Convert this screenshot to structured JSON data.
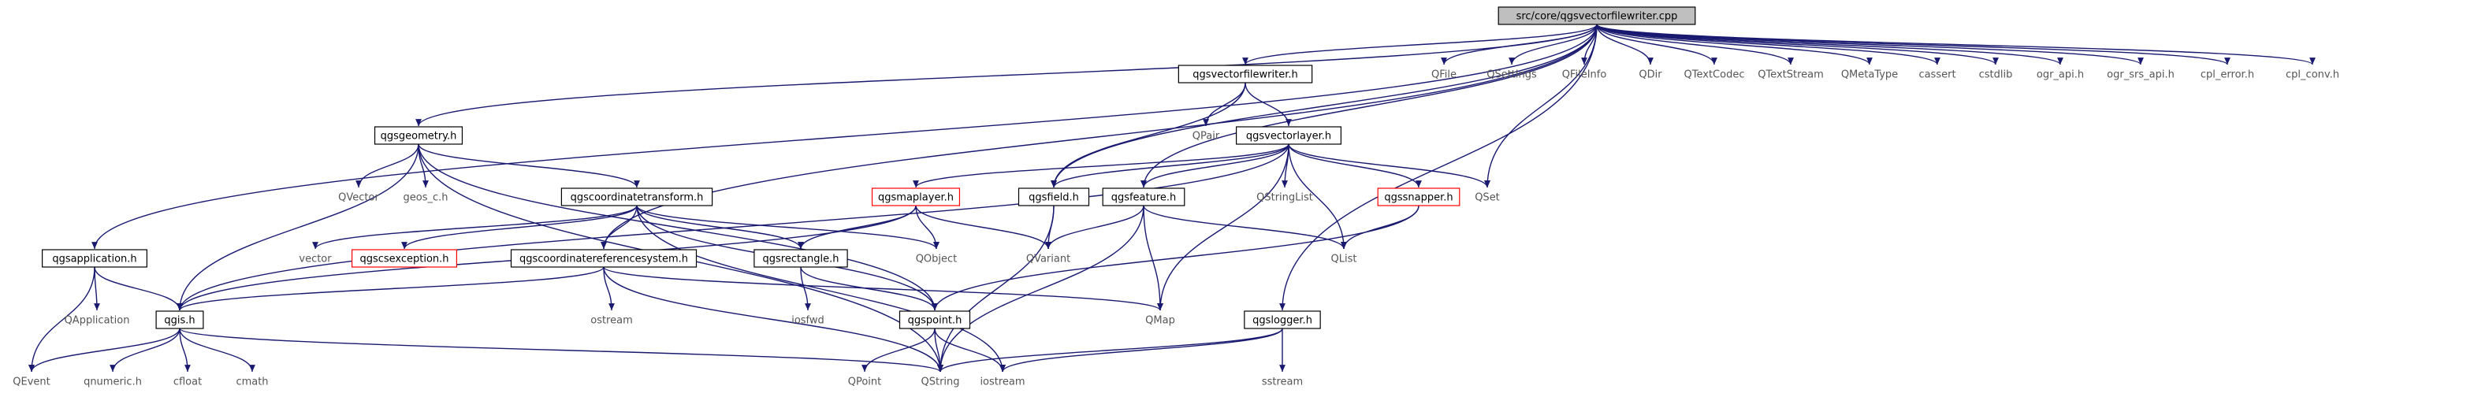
{
  "diagram": {
    "root": "src/core/qgsvectorfilewriter.cpp",
    "nodes": {
      "root": {
        "label": "src/core/qgsvectorfilewriter.cpp",
        "kind": "root"
      },
      "qgsapplication": {
        "label": "qgsapplication.h",
        "kind": "documented"
      },
      "qgsgeometry": {
        "label": "qgsgeometry.h",
        "kind": "documented"
      },
      "qgscoordinatereferencesystem": {
        "label": "qgscoordinatereferencesystem.h",
        "kind": "documented"
      },
      "qgsvectorfilewriter": {
        "label": "qgsvectorfilewriter.h",
        "kind": "documented"
      },
      "qgsvectorlayer": {
        "label": "qgsvectorlayer.h",
        "kind": "documented"
      },
      "qgsfield": {
        "label": "qgsfield.h",
        "kind": "documented"
      },
      "qgsfeature": {
        "label": "qgsfeature.h",
        "kind": "documented"
      },
      "qgscoordinatetransform": {
        "label": "qgscoordinatetransform.h",
        "kind": "documented"
      },
      "qgsmaplayer": {
        "label": "qgsmaplayer.h",
        "kind": "incomplete"
      },
      "qgssnapper": {
        "label": "qgssnapper.h",
        "kind": "incomplete"
      },
      "qgscsexception": {
        "label": "qgscsexception.h",
        "kind": "incomplete"
      },
      "qgsrectangle": {
        "label": "qgsrectangle.h",
        "kind": "documented"
      },
      "qgspoint": {
        "label": "qgspoint.h",
        "kind": "documented"
      },
      "qgis": {
        "label": "qgis.h",
        "kind": "documented"
      },
      "qgslogger": {
        "label": "qgslogger.h",
        "kind": "documented"
      },
      "QFile": {
        "label": "QFile",
        "kind": "external"
      },
      "QSettings": {
        "label": "QSettings",
        "kind": "external"
      },
      "QFileInfo": {
        "label": "QFileInfo",
        "kind": "external"
      },
      "QDir": {
        "label": "QDir",
        "kind": "external"
      },
      "QTextCodec": {
        "label": "QTextCodec",
        "kind": "external"
      },
      "QTextStream": {
        "label": "QTextStream",
        "kind": "external"
      },
      "QMetaType": {
        "label": "QMetaType",
        "kind": "external"
      },
      "cassert": {
        "label": "cassert",
        "kind": "external"
      },
      "cstdlib": {
        "label": "cstdlib",
        "kind": "external"
      },
      "ogr_api": {
        "label": "ogr_api.h",
        "kind": "external"
      },
      "ogr_srs_api": {
        "label": "ogr_srs_api.h",
        "kind": "external"
      },
      "cpl_error": {
        "label": "cpl_error.h",
        "kind": "external"
      },
      "cpl_conv": {
        "label": "cpl_conv.h",
        "kind": "external"
      },
      "QPair": {
        "label": "QPair",
        "kind": "external"
      },
      "QVector": {
        "label": "QVector",
        "kind": "external"
      },
      "geos_c": {
        "label": "geos_c.h",
        "kind": "external"
      },
      "QStringList": {
        "label": "QStringList",
        "kind": "external"
      },
      "QSet": {
        "label": "QSet",
        "kind": "external"
      },
      "vector": {
        "label": "vector",
        "kind": "external"
      },
      "QObject": {
        "label": "QObject",
        "kind": "external"
      },
      "QVariant": {
        "label": "QVariant",
        "kind": "external"
      },
      "QList": {
        "label": "QList",
        "kind": "external"
      },
      "QApplication": {
        "label": "QApplication",
        "kind": "external"
      },
      "ostream": {
        "label": "ostream",
        "kind": "external"
      },
      "iosfwd": {
        "label": "iosfwd",
        "kind": "external"
      },
      "QMap": {
        "label": "QMap",
        "kind": "external"
      },
      "QEvent": {
        "label": "QEvent",
        "kind": "external"
      },
      "qnumeric": {
        "label": "qnumeric.h",
        "kind": "external"
      },
      "cfloat": {
        "label": "cfloat",
        "kind": "external"
      },
      "cmath": {
        "label": "cmath",
        "kind": "external"
      },
      "QPoint": {
        "label": "QPoint",
        "kind": "external"
      },
      "QString": {
        "label": "QString",
        "kind": "external"
      },
      "iostream": {
        "label": "iostream",
        "kind": "external"
      },
      "sstream": {
        "label": "sstream",
        "kind": "external"
      }
    },
    "edges": [
      [
        "root",
        "qgsapplication"
      ],
      [
        "root",
        "qgsgeometry"
      ],
      [
        "root",
        "qgscoordinatereferencesystem"
      ],
      [
        "root",
        "qgsvectorfilewriter"
      ],
      [
        "root",
        "qgsfield"
      ],
      [
        "root",
        "qgsfeature"
      ],
      [
        "root",
        "QSet"
      ],
      [
        "root",
        "qgslogger"
      ],
      [
        "root",
        "QFile"
      ],
      [
        "root",
        "QSettings"
      ],
      [
        "root",
        "QFileInfo"
      ],
      [
        "root",
        "QDir"
      ],
      [
        "root",
        "QTextCodec"
      ],
      [
        "root",
        "QTextStream"
      ],
      [
        "root",
        "QMetaType"
      ],
      [
        "root",
        "cassert"
      ],
      [
        "root",
        "cstdlib"
      ],
      [
        "root",
        "ogr_api"
      ],
      [
        "root",
        "ogr_srs_api"
      ],
      [
        "root",
        "cpl_error"
      ],
      [
        "root",
        "cpl_conv"
      ],
      [
        "qgsvectorfilewriter",
        "QPair"
      ],
      [
        "qgsvectorfilewriter",
        "qgsvectorlayer"
      ],
      [
        "qgsvectorfilewriter",
        "qgsfield"
      ],
      [
        "qgsvectorlayer",
        "qgsmaplayer"
      ],
      [
        "qgsvectorlayer",
        "qgsfield"
      ],
      [
        "qgsvectorlayer",
        "qgsfeature"
      ],
      [
        "qgsvectorlayer",
        "QStringList"
      ],
      [
        "qgsvectorlayer",
        "qgssnapper"
      ],
      [
        "qgsvectorlayer",
        "QSet"
      ],
      [
        "qgsvectorlayer",
        "QList"
      ],
      [
        "qgsvectorlayer",
        "QMap"
      ],
      [
        "qgsvectorlayer",
        "qgis"
      ],
      [
        "qgsgeometry",
        "QVector"
      ],
      [
        "qgsgeometry",
        "geos_c"
      ],
      [
        "qgsgeometry",
        "qgscoordinatetransform"
      ],
      [
        "qgsgeometry",
        "qgspoint"
      ],
      [
        "qgsgeometry",
        "qgis"
      ],
      [
        "qgsgeometry",
        "QString"
      ],
      [
        "qgscoordinatetransform",
        "vector"
      ],
      [
        "qgscoordinatetransform",
        "qgscsexception"
      ],
      [
        "qgscoordinatetransform",
        "qgscoordinatereferencesystem"
      ],
      [
        "qgscoordinatetransform",
        "qgsrectangle"
      ],
      [
        "qgscoordinatetransform",
        "QObject"
      ],
      [
        "qgscoordinatetransform",
        "qgspoint"
      ],
      [
        "qgscoordinatetransform",
        "iostream"
      ],
      [
        "qgsmaplayer",
        "QObject"
      ],
      [
        "qgsmaplayer",
        "QVariant"
      ],
      [
        "qgsmaplayer",
        "qgsrectangle"
      ],
      [
        "qgsmaplayer",
        "qgis"
      ],
      [
        "qgsfield",
        "QVariant"
      ],
      [
        "qgsfield",
        "QString"
      ],
      [
        "qgsfeature",
        "QVariant"
      ],
      [
        "qgsfeature",
        "QMap"
      ],
      [
        "qgsfeature",
        "QList"
      ],
      [
        "qgsfeature",
        "QString"
      ],
      [
        "qgssnapper",
        "QList"
      ],
      [
        "qgssnapper",
        "qgspoint"
      ],
      [
        "qgsrectangle",
        "iosfwd"
      ],
      [
        "qgsrectangle",
        "qgspoint"
      ],
      [
        "qgscoordinatereferencesystem",
        "ostream"
      ],
      [
        "qgscoordinatereferencesystem",
        "QMap"
      ],
      [
        "qgscoordinatereferencesystem",
        "qgis"
      ],
      [
        "qgscoordinatereferencesystem",
        "QString"
      ],
      [
        "qgsapplication",
        "QApplication"
      ],
      [
        "qgsapplication",
        "qgis"
      ],
      [
        "qgsapplication",
        "QEvent"
      ],
      [
        "qgis",
        "QEvent"
      ],
      [
        "qgis",
        "qnumeric"
      ],
      [
        "qgis",
        "cfloat"
      ],
      [
        "qgis",
        "cmath"
      ],
      [
        "qgis",
        "QString"
      ],
      [
        "qgspoint",
        "QPoint"
      ],
      [
        "qgspoint",
        "QString"
      ],
      [
        "qgspoint",
        "iostream"
      ],
      [
        "qgslogger",
        "QString"
      ],
      [
        "qgslogger",
        "iostream"
      ],
      [
        "qgslogger",
        "sstream"
      ]
    ]
  }
}
